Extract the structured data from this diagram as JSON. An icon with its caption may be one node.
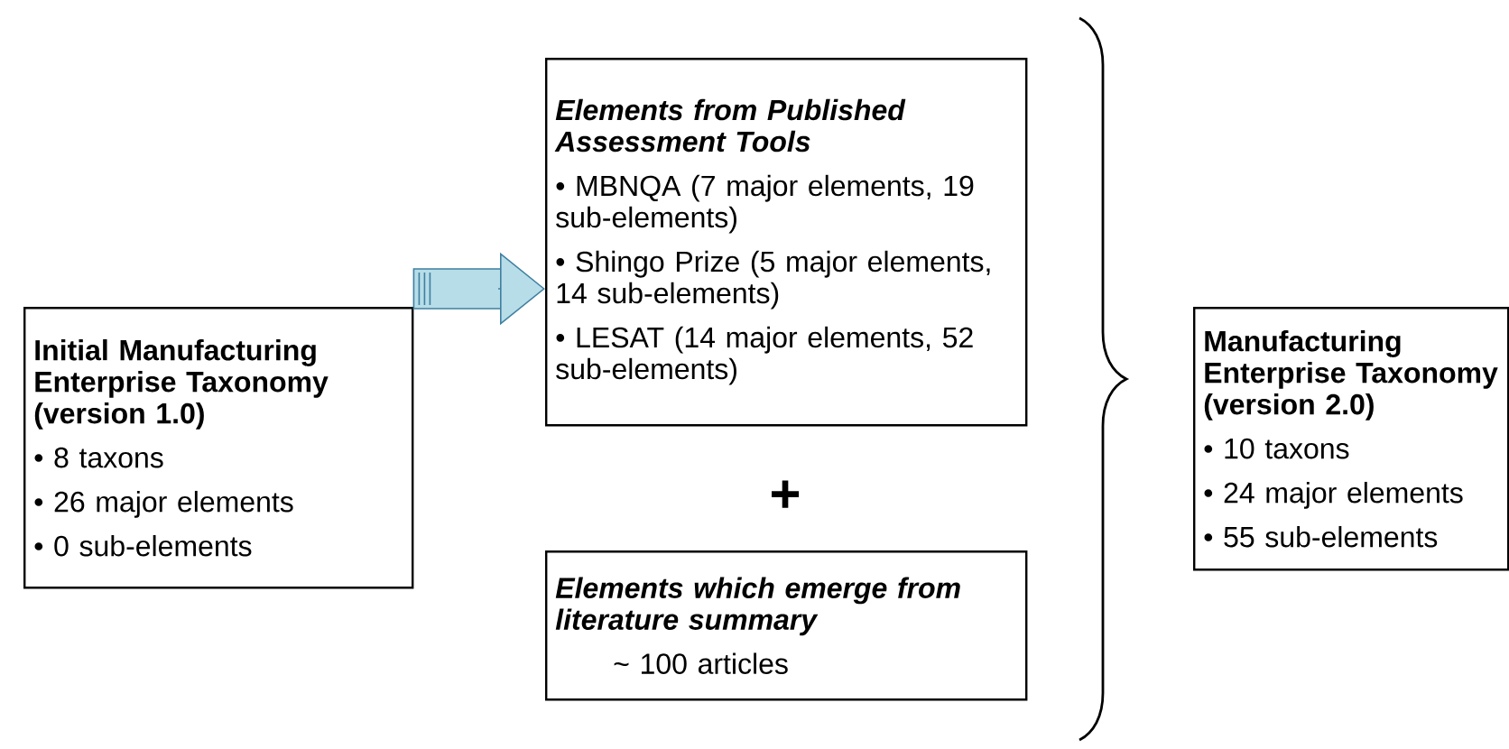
{
  "diagram": {
    "nodes": [
      {
        "text": [
          "Initial Manufacturing Enterprise Taxonomy (version 1.0)",
          "• 8 taxons",
          "• 26 major elements",
          "• 0 sub-elements"
        ]
      },
      {
        "text": [
          "Elements from Published Assessment Tools",
          "• MBNQA (7 major elements, 19 sub-elements)",
          "• Shingo Prize (5 major elements, 14 sub-elements)",
          "• LESAT (14 major elements, 52 sub-elements)"
        ]
      },
      {
        "text": [
          "Elements which emerge from literature summary",
          "~ 100 articles"
        ]
      },
      {
        "text": [
          "Manufacturing Enterprise Taxonomy (version 2.0)",
          "• 10 taxons",
          "• 24 major elements",
          "• 55 sub-elements"
        ]
      }
    ],
    "edges": [
      {
        "from": 0,
        "to": 1,
        "arrow": "to"
      }
    ],
    "labels": [
      "+"
    ]
  }
}
